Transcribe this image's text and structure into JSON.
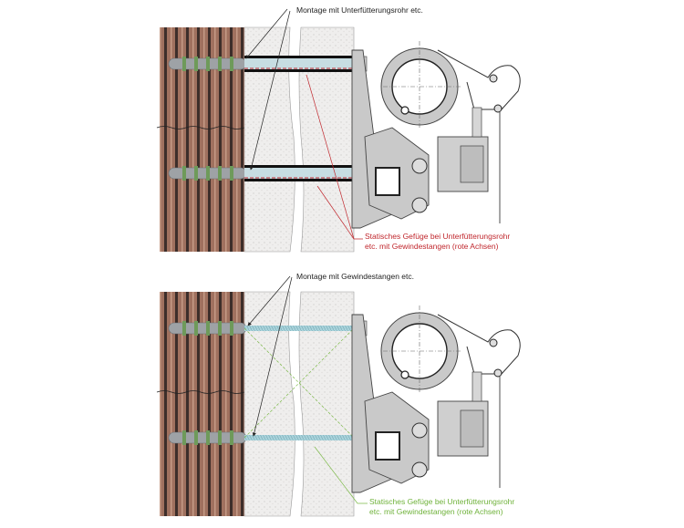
{
  "labels": {
    "top_title": "Montage mit Unterfütterungsrohr etc.",
    "top_note_line1": "Statisches Gefüge bei Unterfütterungsrohr",
    "top_note_line2": "etc. mit Gewindestangen (rote Achsen)",
    "bottom_title": "Montage mit Gewindestangen etc.",
    "bottom_note_line1": "Statisches Gefüge bei Unterfütterungsrohr",
    "bottom_note_line2": "etc. mit Gewindestangen (rote Achsen)"
  },
  "colors": {
    "brick": "#9b6a5a",
    "mortar": "#3d2e2a",
    "insulation": "#ecebea",
    "metal": "#b9b9b9",
    "red_axis": "#c0272d",
    "green_axis": "#7dba4a",
    "rod": "#a9d4dc"
  },
  "panels": [
    {
      "name": "top-panel",
      "variant": "tube"
    },
    {
      "name": "bottom-panel",
      "variant": "threaded"
    }
  ]
}
